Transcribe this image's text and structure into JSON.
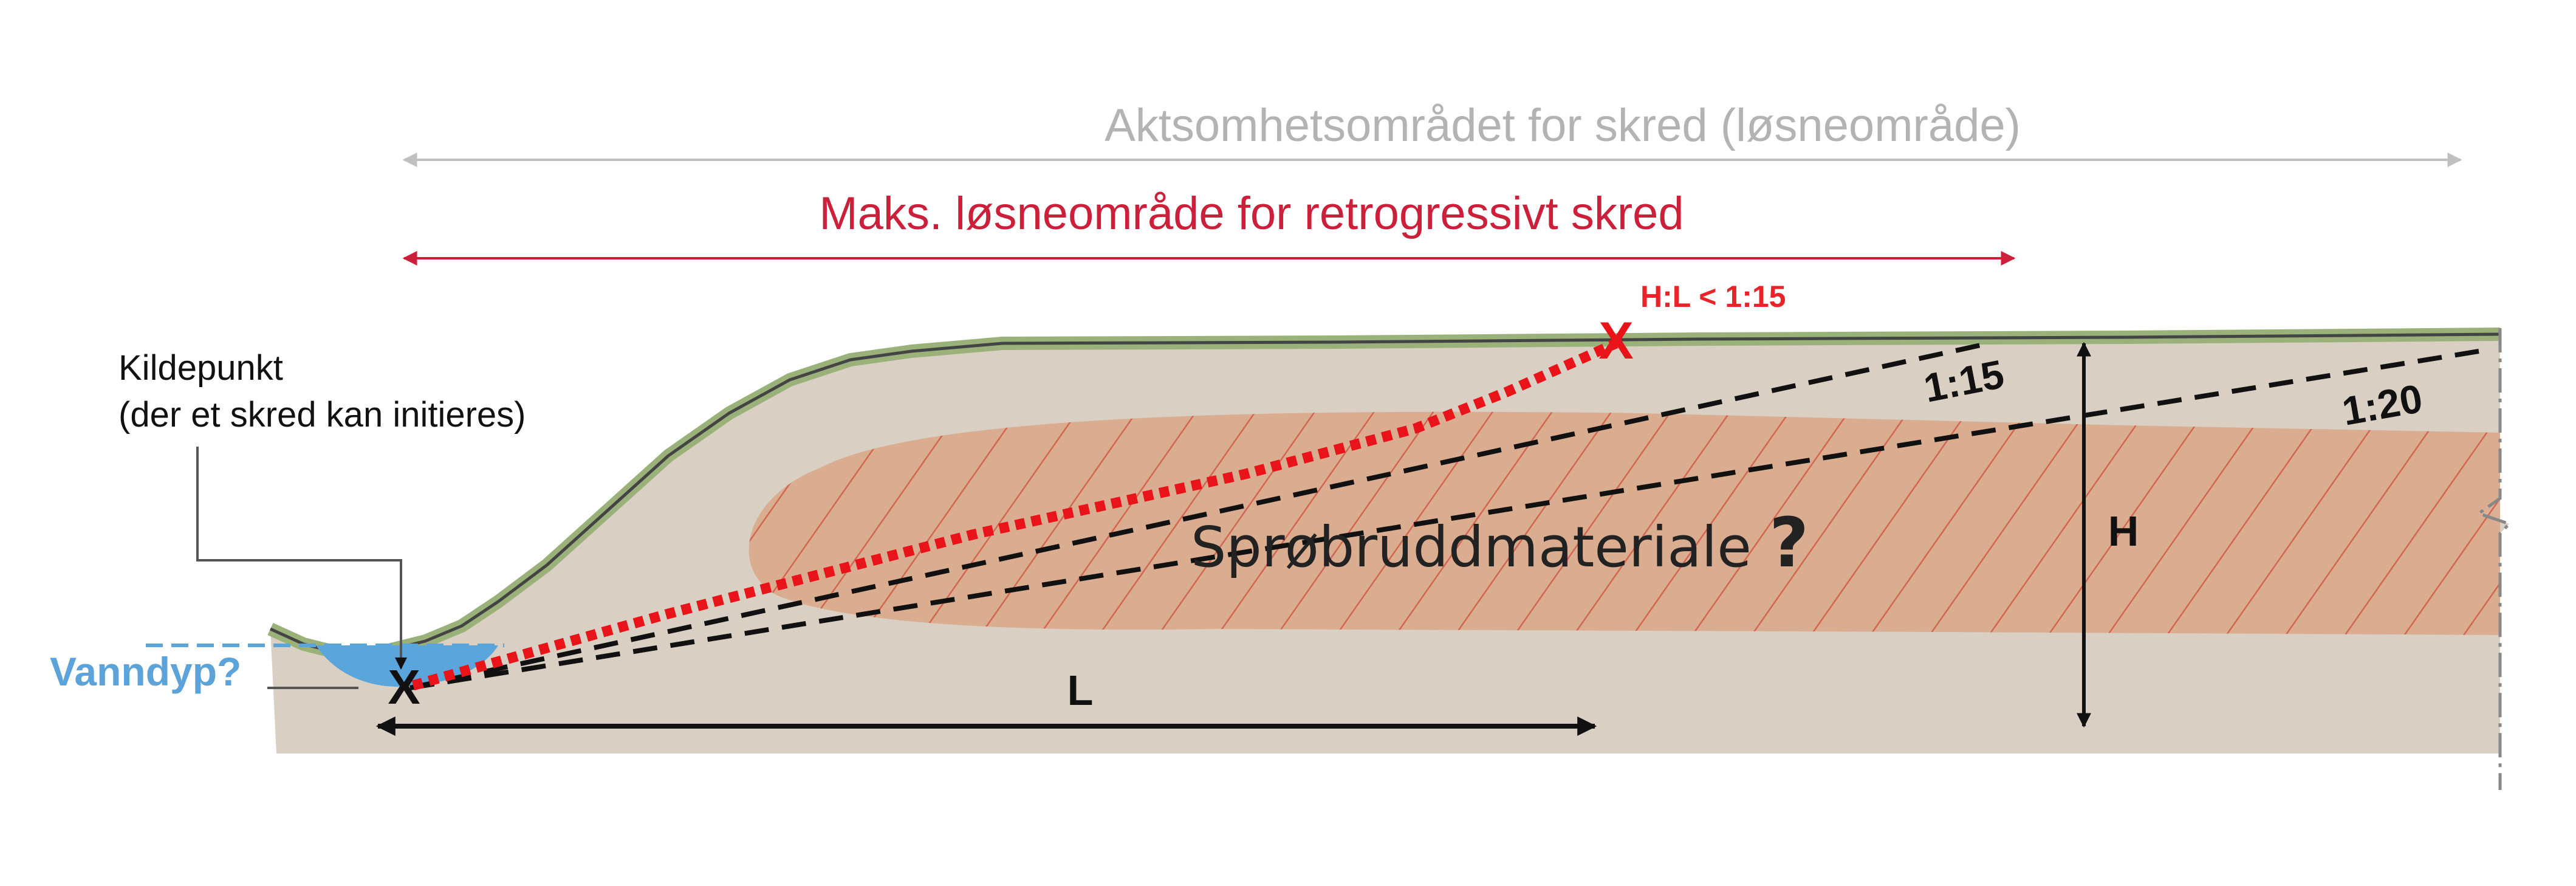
{
  "labels": {
    "hazard_zone": "Aktsomhetsområdet for skred (løsneområde)",
    "max_release_area": "Maks. løsneområde for retrogressivt skred",
    "ratio_condition": "H:L < 1:15",
    "source_point_title": "Kildepunkt",
    "source_point_desc": "(der et skred kan initieres)",
    "water_depth": "Vanndyp?",
    "slope_1_15": "1:15",
    "slope_1_20": "1:20",
    "height": "H",
    "length": "L",
    "brittle_material": "Sprøbruddmateriale",
    "question_mark": "?",
    "source_marker": "X",
    "crest_marker": "X"
  },
  "colors": {
    "hazard_arrow": "#c0c0c0",
    "hazard_text": "#b3b3b3",
    "max_release": "#cc1f3a",
    "ratio_text": "#e8232a",
    "failure_line": "#e8141a",
    "water": "#5aa6dc",
    "water_label": "#5ba3d9",
    "ground": "#d9cfc2",
    "brittle_layer": "#d9a78b",
    "hatch": "#cf4f3a",
    "grass": "#9ab27a",
    "lines": "#111111"
  }
}
